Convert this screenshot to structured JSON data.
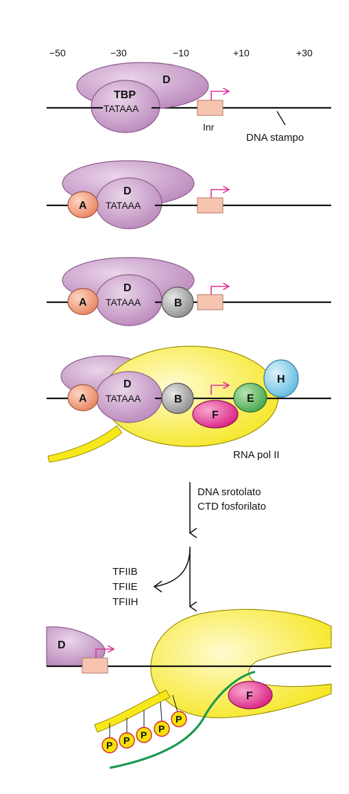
{
  "positions": [
    "−50",
    "−30",
    "−10",
    "+10",
    "+30"
  ],
  "labels": {
    "tbp": "TBP",
    "tata": "TATAAA",
    "inr": "Inr",
    "dna_template": "DNA stampo",
    "rna_pol": "RNA pol II",
    "unwound_1": "DNA srotolato",
    "unwound_2": "CTD fosforilato",
    "released": [
      "TFIIB",
      "TFIIE",
      "TFIIH"
    ]
  },
  "factors": {
    "d": "D",
    "a": "A",
    "b": "B",
    "e": "E",
    "f": "F",
    "h": "H",
    "p": "P"
  },
  "colors": {
    "tfiid": "#cc99cc",
    "tfiia": "#f0906a",
    "tfiib": "#a0a0a0",
    "tfiie": "#58b458",
    "tfiif": "#e0308a",
    "tfiih": "#74c8e8",
    "pol2": "#fff23a",
    "inr_box": "#f7c4b0",
    "arrow": "#e0309a",
    "rna": "#1a9a50"
  }
}
